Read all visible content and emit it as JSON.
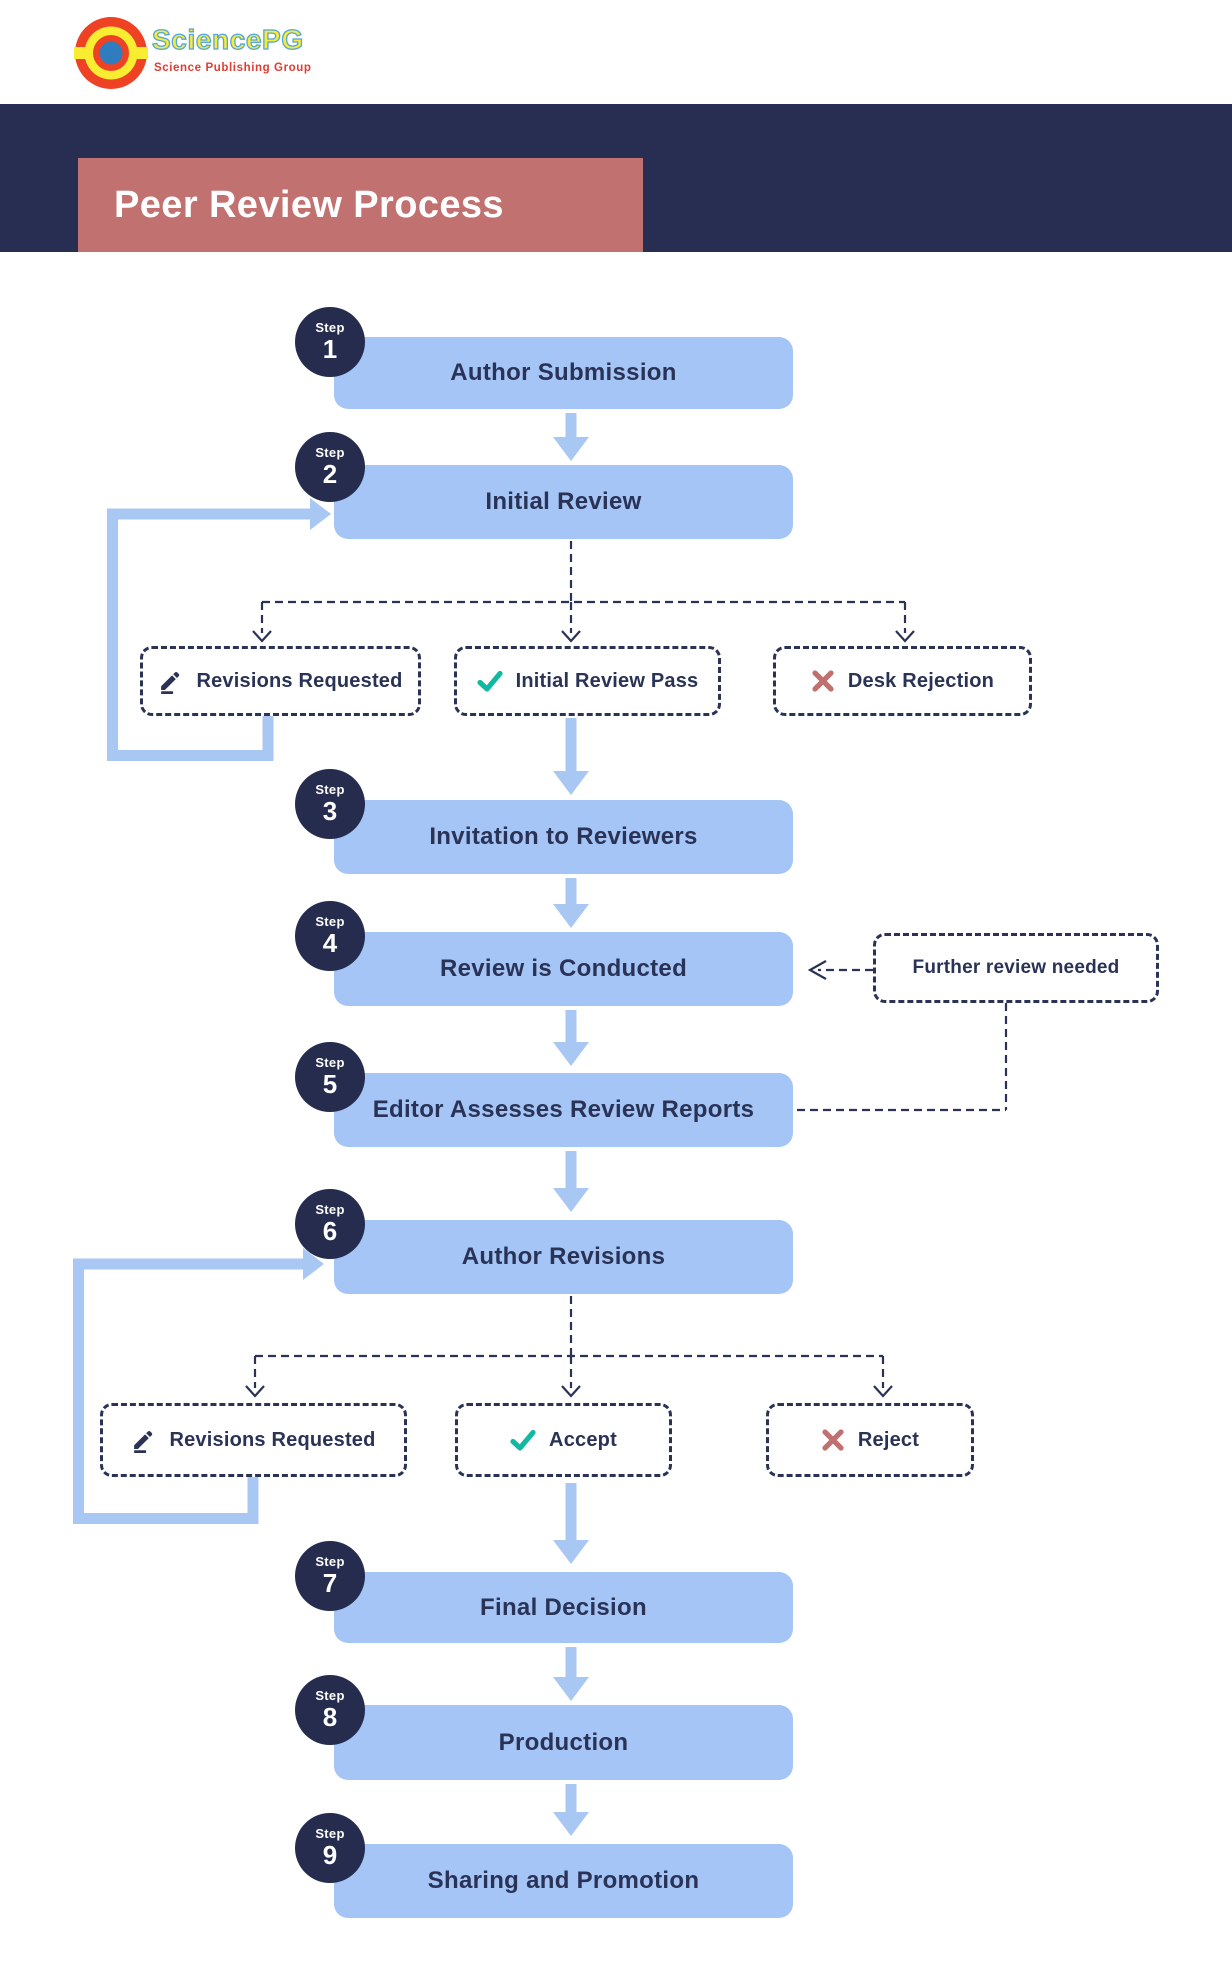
{
  "logo": {
    "brand": "SciencePG",
    "tagline": "Science Publishing Group"
  },
  "header": {
    "title": "Peer Review Process"
  },
  "steps": [
    {
      "badge": "Step",
      "number": "1",
      "label": "Author Submission"
    },
    {
      "badge": "Step",
      "number": "2",
      "label": "Initial Review"
    },
    {
      "badge": "Step",
      "number": "3",
      "label": "Invitation to Reviewers"
    },
    {
      "badge": "Step",
      "number": "4",
      "label": "Review is Conducted"
    },
    {
      "badge": "Step",
      "number": "5",
      "label": "Editor Assesses Review Reports"
    },
    {
      "badge": "Step",
      "number": "6",
      "label": "Author Revisions"
    },
    {
      "badge": "Step",
      "number": "7",
      "label": "Final Decision"
    },
    {
      "badge": "Step",
      "number": "8",
      "label": "Production"
    },
    {
      "badge": "Step",
      "number": "9",
      "label": "Sharing and Promotion"
    }
  ],
  "outcomes_initial": [
    {
      "icon": "pencil-icon",
      "label": "Revisions Requested"
    },
    {
      "icon": "check-icon",
      "label": "Initial Review Pass"
    },
    {
      "icon": "x-icon",
      "label": "Desk Rejection"
    }
  ],
  "outcomes_final": [
    {
      "icon": "pencil-icon",
      "label": "Revisions Requested"
    },
    {
      "icon": "check-icon",
      "label": "Accept"
    },
    {
      "icon": "x-icon",
      "label": "Reject"
    }
  ],
  "note": {
    "label": "Further review needed"
  },
  "colors": {
    "navy_band": "#272E52",
    "badge_navy": "#252C4E",
    "title_bg": "#C17170",
    "box_fill": "#A4C5F6",
    "arrow_blue": "#A9C7F3",
    "dash_navy": "#2A3356",
    "check_teal": "#12B9A2",
    "cross_rose": "#C0706F",
    "brand_yellow": "#F9ED32",
    "brand_blue": "#56A7DD",
    "tagline_red": "#E23B32"
  }
}
